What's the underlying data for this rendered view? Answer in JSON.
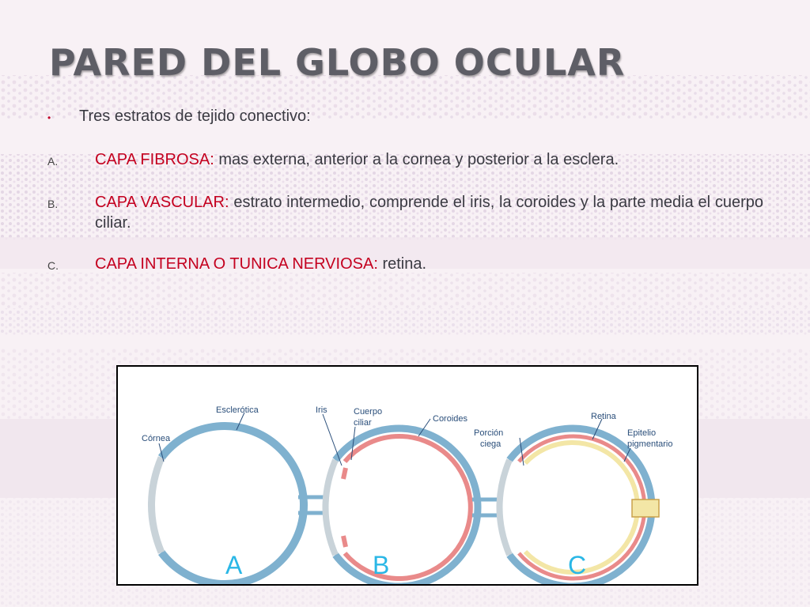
{
  "title": "PARED DEL GLOBO OCULAR",
  "intro": {
    "bullet": "•",
    "text": "Tres estratos de tejido conectivo:"
  },
  "items": [
    {
      "letter": "A.",
      "label": "CAPA FIBROSA:",
      "text": "mas externa,  anterior a la cornea y posterior a la esclera."
    },
    {
      "letter": "B.",
      "label": "CAPA VASCULAR:",
      "text": "estrato intermedio, comprende el iris, la coroides y la parte media el cuerpo ciliar."
    },
    {
      "letter": "C.",
      "label": "CAPA INTERNA O TUNICA NERVIOSA:",
      "text": "retina."
    }
  ],
  "diagram": {
    "labels": {
      "esclerotica": "Esclerótica",
      "cornea": "Córnea",
      "iris": "Iris",
      "cuerpo_line1": "Cuerpo",
      "cuerpo_line2": "ciliar",
      "coroides": "Coroides",
      "porcion_line1": "Porción",
      "porcion_line2": "ciega",
      "retina": "Retina",
      "epitelio_line1": "Epitelio",
      "epitelio_line2": "pigmentario"
    },
    "panels": [
      "A",
      "B",
      "C"
    ]
  },
  "colors": {
    "title": "#5e5e66",
    "accent": "#c4001f",
    "outer_layer": "#7fb1cf",
    "vascular_layer": "#e98a8a",
    "retina_layer": "#f3e6a6",
    "panel_letters": "#2ab7e6"
  }
}
